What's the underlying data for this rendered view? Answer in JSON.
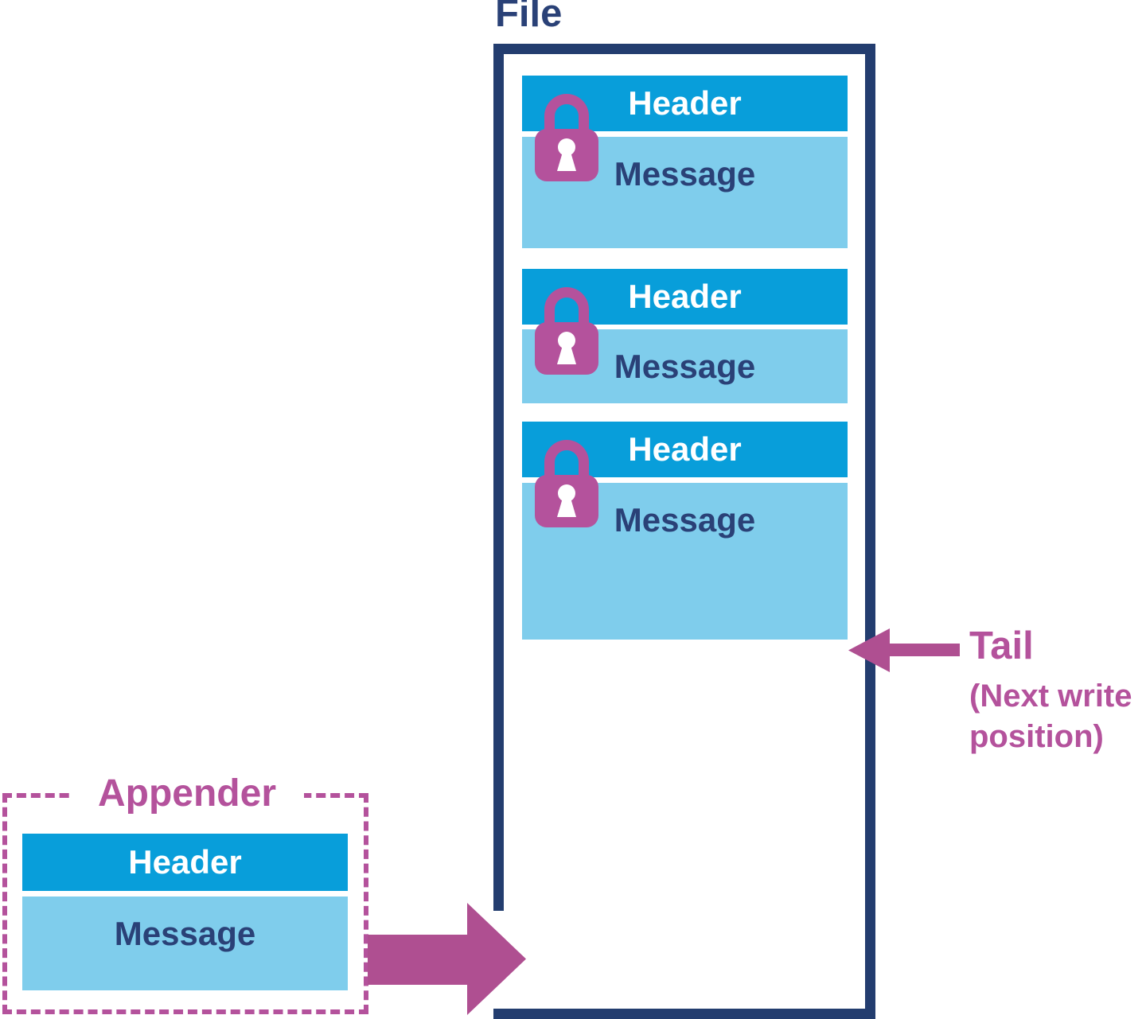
{
  "file": {
    "title": "File",
    "records": [
      {
        "header_label": "Header",
        "message_label": "Message"
      },
      {
        "header_label": "Header",
        "message_label": "Message"
      },
      {
        "header_label": "Header",
        "message_label": "Message"
      }
    ]
  },
  "tail": {
    "label": "Tail",
    "sublabel_line1": "(Next write",
    "sublabel_line2": "position)"
  },
  "appender": {
    "title": "Appender",
    "header_label": "Header",
    "message_label": "Message"
  },
  "icons": {
    "lock": "padlock-icon",
    "tail_arrow": "left-arrow-icon",
    "append_arrow": "right-arrow-icon"
  },
  "colors": {
    "navy_border": "#233D6F",
    "navy_text": "#2A4177",
    "header_blue": "#089EDA",
    "message_blue": "#7FCDEC",
    "magenta": "#B4529C",
    "arrow_magenta": "#AF4F91",
    "background": "#FFFFFF"
  }
}
